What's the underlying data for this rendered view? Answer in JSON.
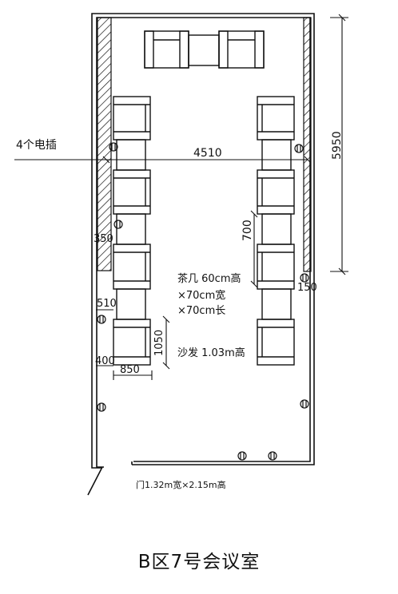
{
  "plan": {
    "outlet_label": "4个电插",
    "width_dim": "4510",
    "height_dim": "5950",
    "dim_700": "700",
    "dim_350": "350",
    "dim_150": "150",
    "dim_510": "510",
    "dim_1050": "1050",
    "dim_400": "400",
    "dim_850": "850",
    "table_note_l1": "茶几 60cm高",
    "table_note_l2": "×70cm宽",
    "table_note_l3": "×70cm长",
    "sofa_note": "沙发 1.03m高",
    "door_note": "门1.32m宽×2.15m高"
  },
  "title": "B区7号会议室"
}
